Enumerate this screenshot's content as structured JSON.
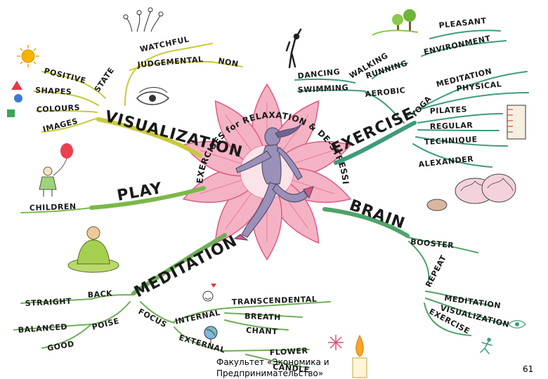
{
  "center": {
    "title": "EXERCISES for RELAXATION & DE-STRESSING"
  },
  "visualization": {
    "label": "VISUALIZATION",
    "state": "STATE",
    "watchful": "WATCHFUL",
    "judgemental": "JUDGEMENTAL",
    "non": "NON",
    "positive": "POSITIVE",
    "shapes": "SHAPES",
    "colours": "COLOURS",
    "images": "IMAGES"
  },
  "exercise": {
    "label": "EXERCISE",
    "pleasant": "PLEASANT",
    "environment": "ENVIRONMENT",
    "walking": "WALKING",
    "running": "RUNNING",
    "aerobic": "AEROBIC",
    "dancing": "DANCING",
    "swimming": "SWIMMING",
    "yoga": "YOGA",
    "meditation": "MEDITATION",
    "physical": "PHYSICAL",
    "pilates": "PILATES",
    "regular": "REGULAR",
    "technique": "TECHNIQUE",
    "alexander": "ALEXANDER"
  },
  "play": {
    "label": "PLAY",
    "children": "CHILDREN"
  },
  "brain": {
    "label": "BRAIN",
    "booster": "BOOSTER",
    "repeat": "REPEAT",
    "meditation": "MEDITATION",
    "visualization": "VISUALIZATION",
    "exercise": "EXERCISE"
  },
  "meditation": {
    "label": "MEDITATION",
    "back": "BACK",
    "straight": "STRAIGHT",
    "poise": "POISE",
    "balanced": "BALANCED",
    "good": "GOOD",
    "focus": "FOCUS",
    "internal": "INTERNAL",
    "transcendental": "TRANSCENDENTAL",
    "breath": "BREATH",
    "chant": "CHANT",
    "external": "EXTERNAL",
    "flower": "FLOWER",
    "candle": "CANDLE"
  },
  "footer": {
    "org_line1": "Факультет «Экономика и",
    "org_line2": "Предпринимательство»",
    "page": "61"
  },
  "colors": {
    "visualization_branch": "#c9c93a",
    "exercise_branch": "#3e9b7a",
    "play_branch": "#7bb84a",
    "brain_branch": "#4ea36a",
    "meditation_branch": "#6fae58",
    "flower_pink": "#e87a9a",
    "flower_light": "#f7c6d3",
    "runner": "#9a90b8"
  }
}
